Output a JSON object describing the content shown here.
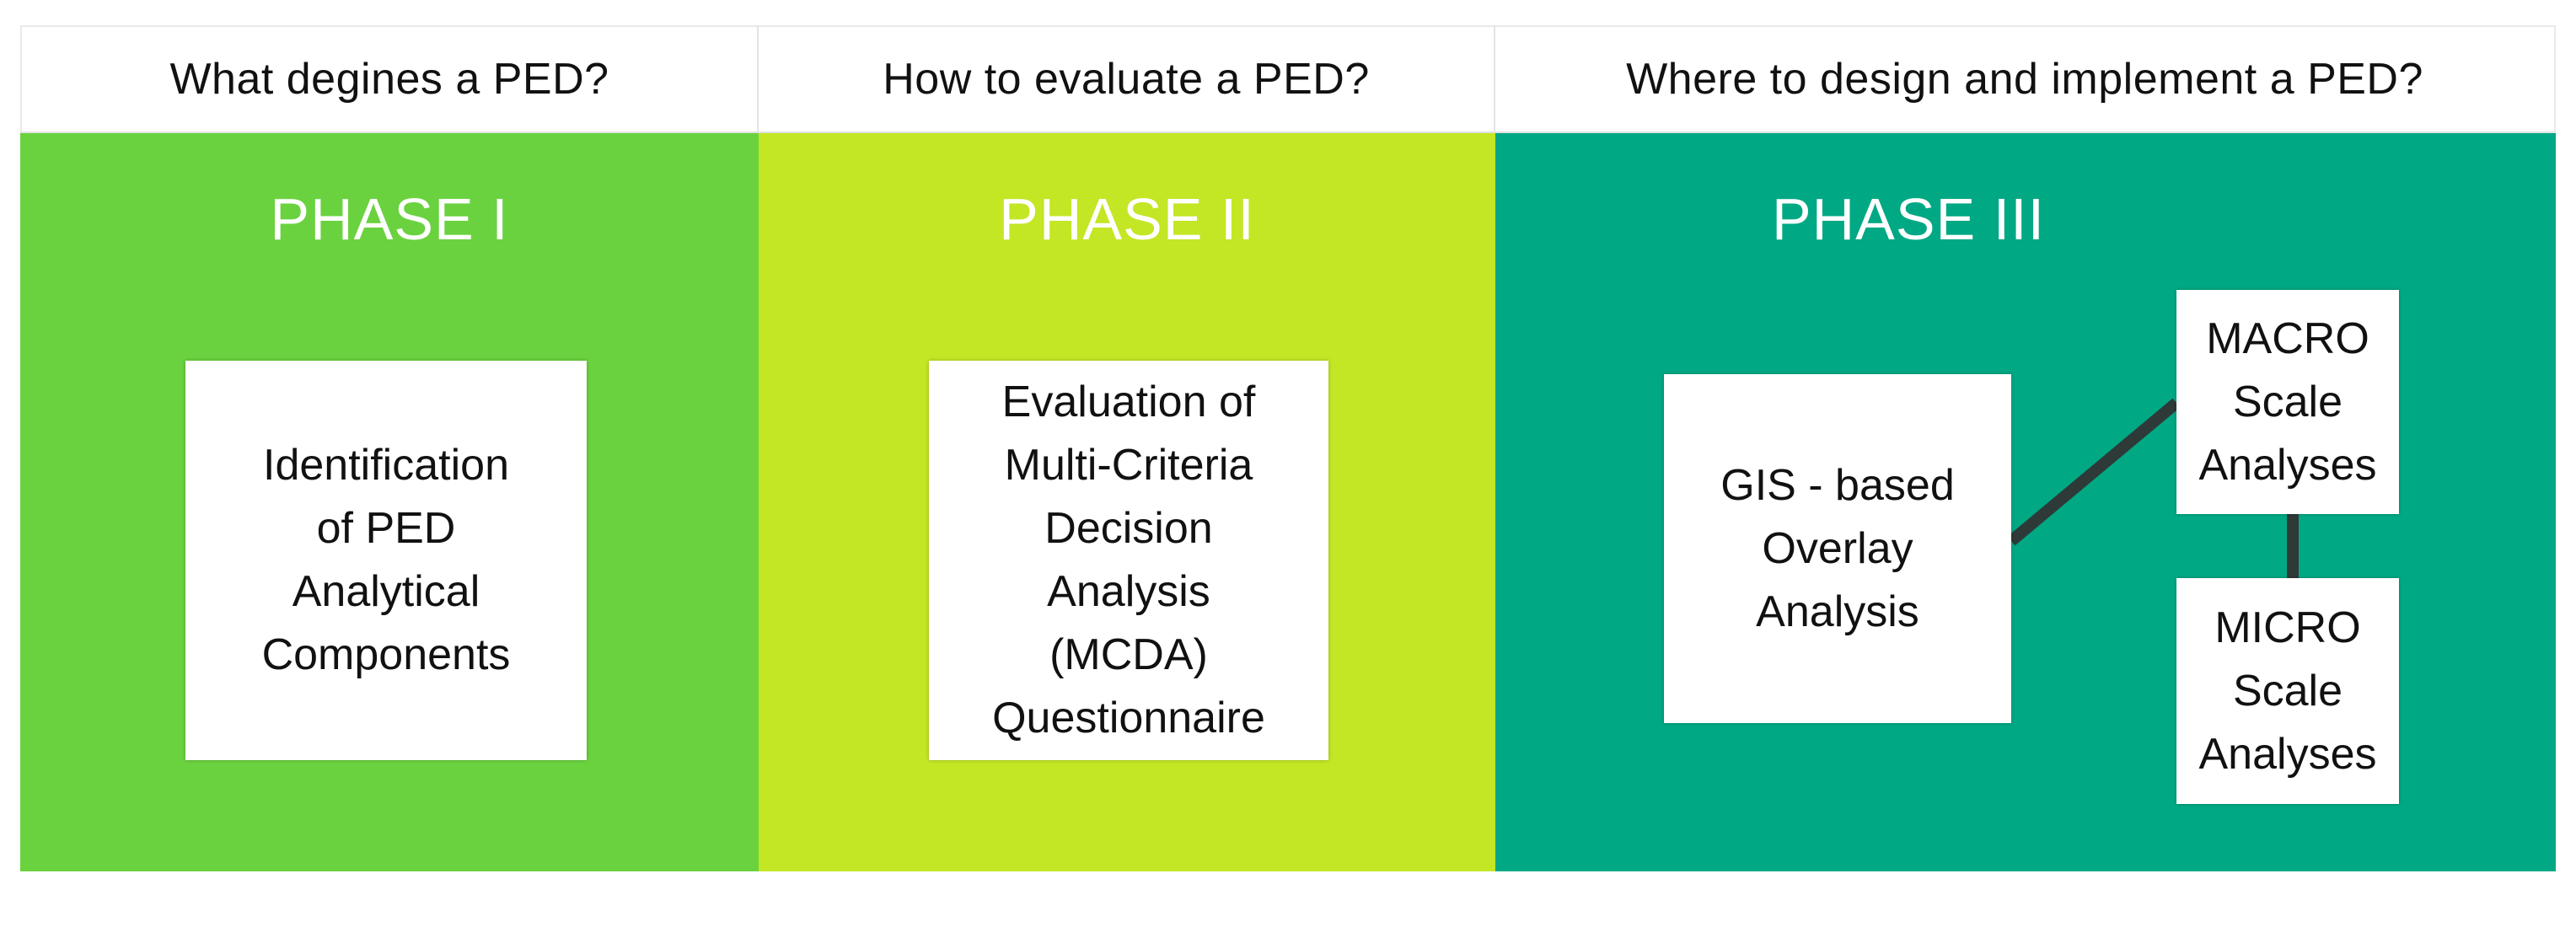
{
  "headers": {
    "col1": "What degines a PED?",
    "col2": "How to evaluate a PED?",
    "col3": "Where to design and implement a PED?"
  },
  "phases": {
    "phase1": {
      "title": "PHASE I",
      "box": "Identification\nof PED\nAnalytical\nComponents"
    },
    "phase2": {
      "title": "PHASE II",
      "box": "Evaluation of\nMulti-Criteria\nDecision\nAnalysis\n(MCDA)\nQuestionnaire"
    },
    "phase3": {
      "title": "PHASE III",
      "gis_box": "GIS - based\nOverlay\nAnalysis",
      "macro_box": "MACRO\nScale\nAnalyses",
      "micro_box": "MICRO\nScale\nAnalyses"
    }
  },
  "colors": {
    "phase1_bg": "#6ad23f",
    "phase2_bg": "#c3e625",
    "phase3_bg": "#00a884",
    "connector": "#2e3a37"
  }
}
